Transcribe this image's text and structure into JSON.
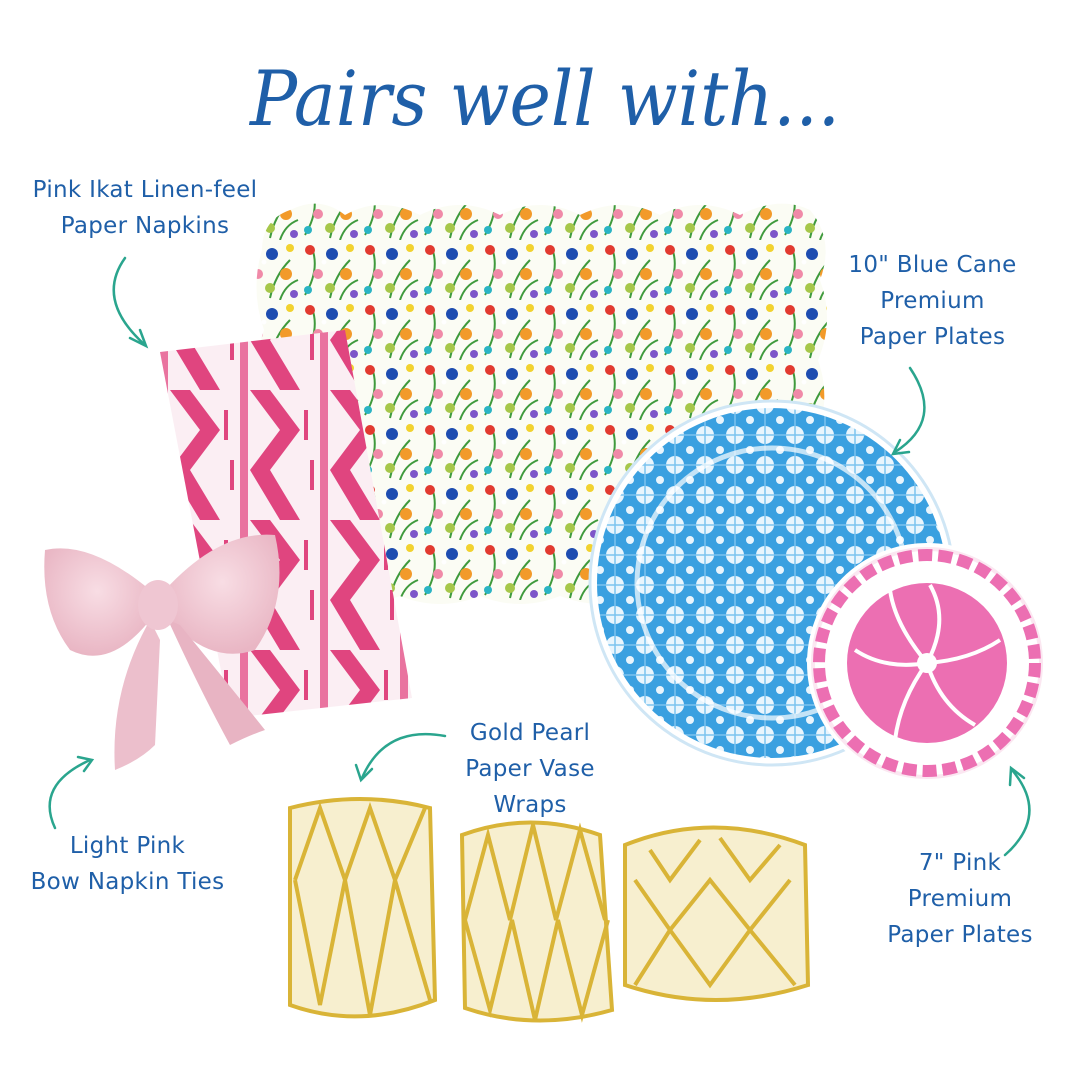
{
  "header": {
    "title": "Pairs well with..."
  },
  "products": {
    "napkins": {
      "lines": [
        "Pink Ikat Linen-feel",
        "Paper Napkins"
      ]
    },
    "plates_blue": {
      "lines": [
        "10\" Blue Cane",
        "Premium",
        "Paper Plates"
      ]
    },
    "vase_wraps": {
      "lines": [
        "Gold Pearl",
        "Paper Vase",
        "Wraps"
      ]
    },
    "bow_ties": {
      "lines": [
        "Light Pink",
        "Bow Napkin Ties"
      ]
    },
    "plates_pink": {
      "lines": [
        "7\" Pink",
        "Premium",
        "Paper Plates"
      ]
    }
  },
  "colors": {
    "text": "#1f5fa8",
    "arrow": "#2aa58e",
    "ikat_pink": "#e0457f",
    "cane_blue": "#3aa0e0",
    "plate_pink": "#ec6fb2",
    "bow_pink": "#f3c9d4",
    "vase_cream": "#f7efcf",
    "vase_gold": "#d9b437"
  }
}
